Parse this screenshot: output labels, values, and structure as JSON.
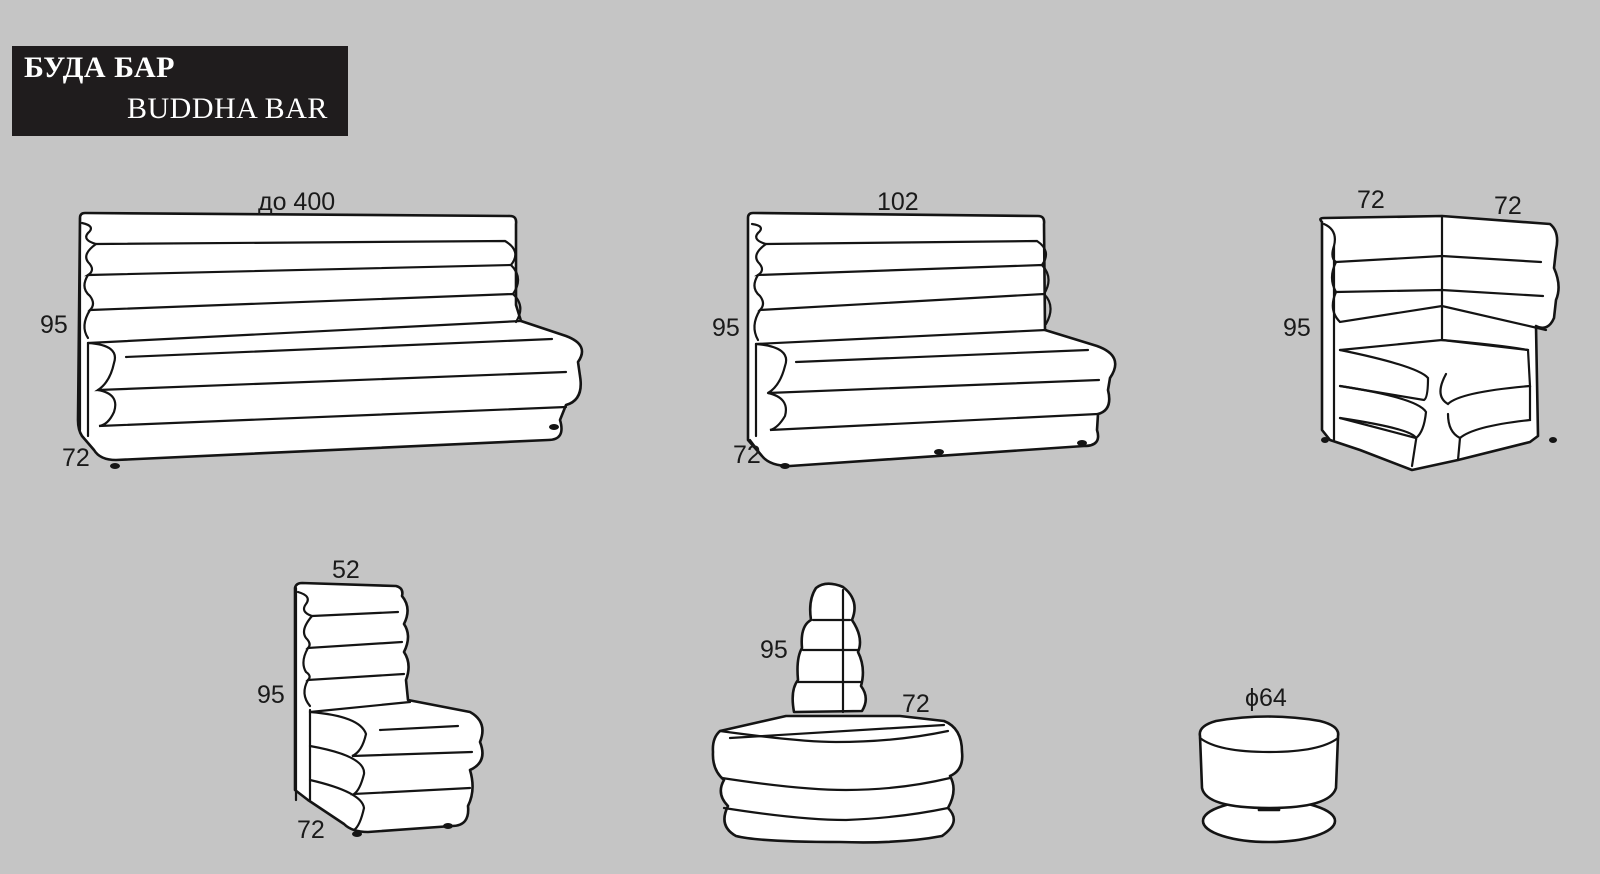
{
  "header": {
    "title_ru": "БУДА БАР",
    "title_en": "BUDDHA BAR"
  },
  "colors": {
    "background": "#c5c5c5",
    "title_block": "#1f1c1d",
    "title_text": "#ffffff",
    "outline": "#141414",
    "fill": "#ffffff"
  },
  "items": [
    {
      "name": "long-sofa",
      "dims": {
        "width": "до 400",
        "height": "95",
        "depth": "72"
      }
    },
    {
      "name": "sofa-102",
      "dims": {
        "width": "102",
        "height": "95",
        "depth": "72"
      }
    },
    {
      "name": "corner-sofa",
      "dims": {
        "side_a": "72",
        "side_b": "72",
        "height": "95"
      }
    },
    {
      "name": "single-seat",
      "dims": {
        "width": "52",
        "height": "95",
        "depth": "72"
      }
    },
    {
      "name": "round-sofa",
      "dims": {
        "height": "95",
        "depth": "72"
      }
    },
    {
      "name": "pouf",
      "dims": {
        "diameter": "ϕ64"
      }
    }
  ]
}
